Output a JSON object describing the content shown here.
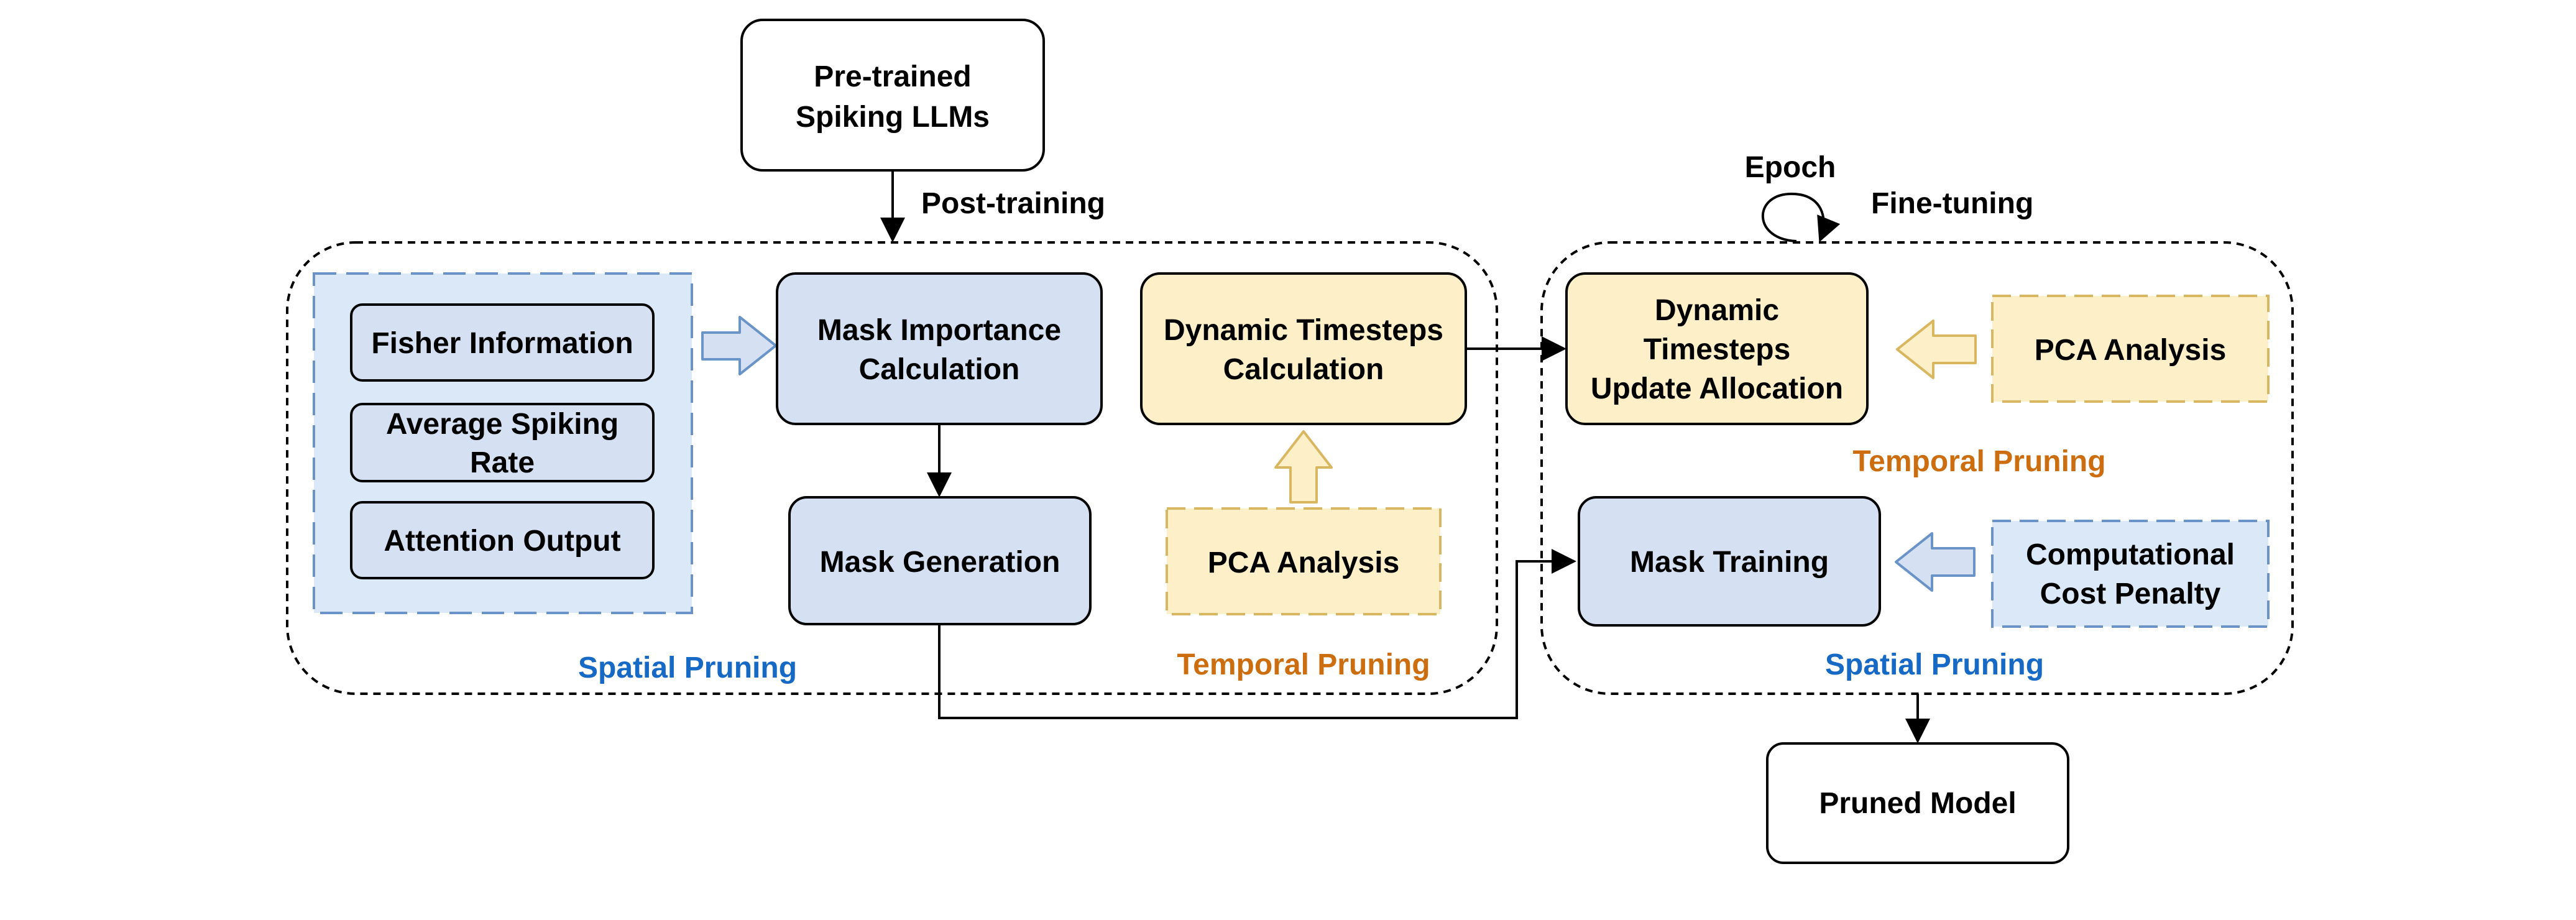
{
  "colors": {
    "blue_fill": "#d5e1f3",
    "blue_region_fill": "#dbe8f8",
    "blue_border": "#6a94c7",
    "yellow_fill": "#fdf0c9",
    "yellow_border": "#d9b760",
    "blue_label": "#1669c4",
    "orange_label": "#cc6e10"
  },
  "top_input": {
    "line1": "Pre-trained",
    "line2": "Spiking LLMs"
  },
  "post_training_label": "Post-training",
  "epoch_label": "Epoch",
  "fine_tuning_label": "Fine-tuning",
  "post_training": {
    "spatial_inputs": [
      "Fisher Information",
      "Average Spiking",
      "Rate",
      "Attention Output"
    ],
    "mask_importance": {
      "line1": "Mask Importance",
      "line2": "Calculation"
    },
    "mask_generation": "Mask Generation",
    "dynamic_timesteps": {
      "line1": "Dynamic Timesteps",
      "line2": "Calculation"
    },
    "pca_analysis": "PCA Analysis",
    "spatial_pruning_label": "Spatial Pruning",
    "temporal_pruning_label": "Temporal Pruning"
  },
  "fine_tuning": {
    "dynamic_update": {
      "line1": "Dynamic",
      "line2": "Timesteps",
      "line3": "Update Allocation"
    },
    "pca_analysis": "PCA Analysis",
    "temporal_pruning_label": "Temporal Pruning",
    "mask_training": "Mask Training",
    "cost_penalty": {
      "line1": "Computational",
      "line2": "Cost Penalty"
    },
    "spatial_pruning_label": "Spatial Pruning"
  },
  "output": "Pruned Model"
}
